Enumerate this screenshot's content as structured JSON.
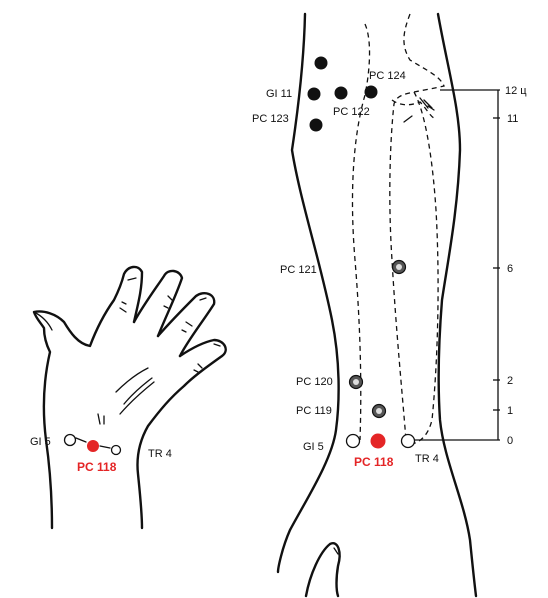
{
  "colors": {
    "highlight": "#e42526",
    "ink": "#111111"
  },
  "hand": {
    "points": [
      {
        "id": "gi5",
        "label": "GI 5",
        "kind": "open"
      },
      {
        "id": "pc118",
        "label": "PC 118",
        "kind": "highlight"
      },
      {
        "id": "tr4",
        "label": "TR 4",
        "kind": "open"
      }
    ]
  },
  "arm": {
    "points": [
      {
        "id": "gi11",
        "label": "GI 11",
        "kind": "filled"
      },
      {
        "id": "pc124",
        "label": "PC 124",
        "kind": "filled"
      },
      {
        "id": "pc122",
        "label": "PC 122",
        "kind": "filled"
      },
      {
        "id": "pc123",
        "label": "PC 123",
        "kind": "filled"
      },
      {
        "id": "pc121",
        "label": "PC 121",
        "kind": "hatched"
      },
      {
        "id": "pc120",
        "label": "PC 120",
        "kind": "hatched"
      },
      {
        "id": "pc119",
        "label": "PC 119",
        "kind": "hatched"
      },
      {
        "id": "gi5",
        "label": "GI 5",
        "kind": "open"
      },
      {
        "id": "pc118",
        "label": "PC 118",
        "kind": "highlight"
      },
      {
        "id": "tr4",
        "label": "TR 4",
        "kind": "open"
      }
    ]
  },
  "scale": {
    "ticks": [
      "12 ц",
      "11",
      "6",
      "2",
      "1",
      "0"
    ]
  }
}
